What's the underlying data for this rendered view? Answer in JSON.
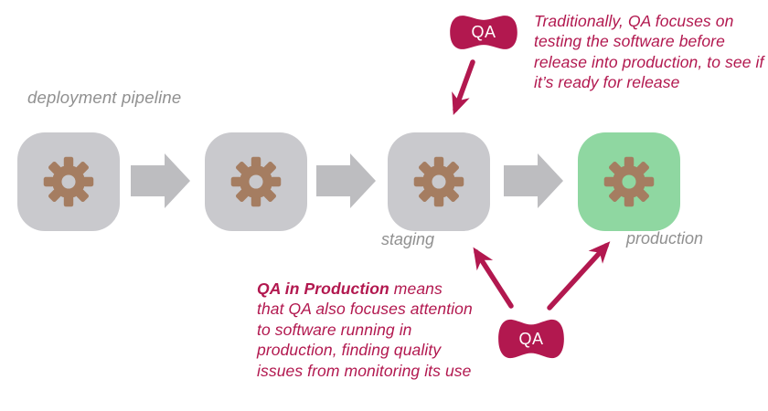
{
  "colors": {
    "accent_crimson": "#b2184f",
    "stage_gray": "#c9c9cd",
    "flow_arrow_gray": "#bdbdc0",
    "gear_brown": "#a57d61",
    "production_green": "#8fd7a1",
    "label_gray": "#909090",
    "qa_text": "#ffffff"
  },
  "pipeline": {
    "label": "deployment pipeline",
    "stages": [
      {
        "id": "stage-1",
        "label": ""
      },
      {
        "id": "stage-2",
        "label": ""
      },
      {
        "id": "staging",
        "label": "staging"
      },
      {
        "id": "production",
        "label": "production"
      }
    ]
  },
  "qa_badges": {
    "top": "QA",
    "bottom": "QA"
  },
  "annotations": {
    "traditional_qa": "Traditionally, QA focuses on testing the software before release into production, to see if it’s ready for release",
    "qa_in_production_lead": "QA in Production",
    "qa_in_production_body": " means that QA also focuses attention to software running in production, finding quality issues from monitoring its use"
  }
}
